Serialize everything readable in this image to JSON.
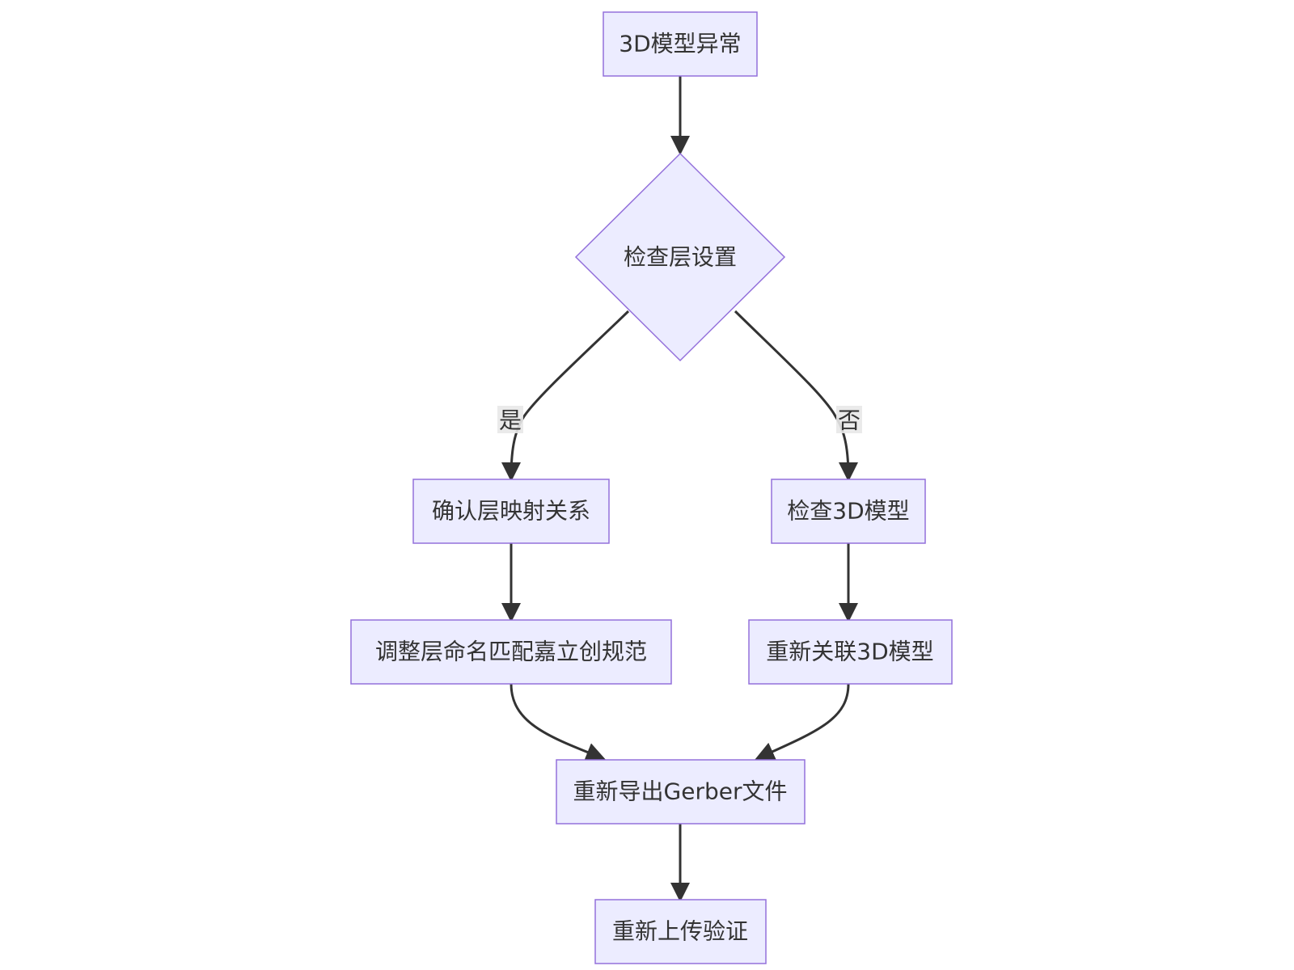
{
  "nodes": {
    "start": {
      "label": "3D模型异常",
      "shape": "rect"
    },
    "check_layer": {
      "label": "检查层设置",
      "shape": "diamond"
    },
    "confirm_map": {
      "label": "确认层映射关系",
      "shape": "rect"
    },
    "check_model": {
      "label": "检查3D模型",
      "shape": "rect"
    },
    "adjust_name": {
      "label": "调整层命名匹配嘉立创规范",
      "shape": "rect"
    },
    "relink_model": {
      "label": "重新关联3D模型",
      "shape": "rect"
    },
    "reexport": {
      "label": "重新导出Gerber文件",
      "shape": "rect"
    },
    "reupload": {
      "label": "重新上传验证",
      "shape": "rect"
    }
  },
  "edges": {
    "yes_label": "是",
    "no_label": "否"
  },
  "colors": {
    "node_fill": "#ECECFF",
    "node_stroke": "#9370DB",
    "edge": "#333333",
    "label_bg": "#e8e8e8",
    "text": "#333333"
  }
}
